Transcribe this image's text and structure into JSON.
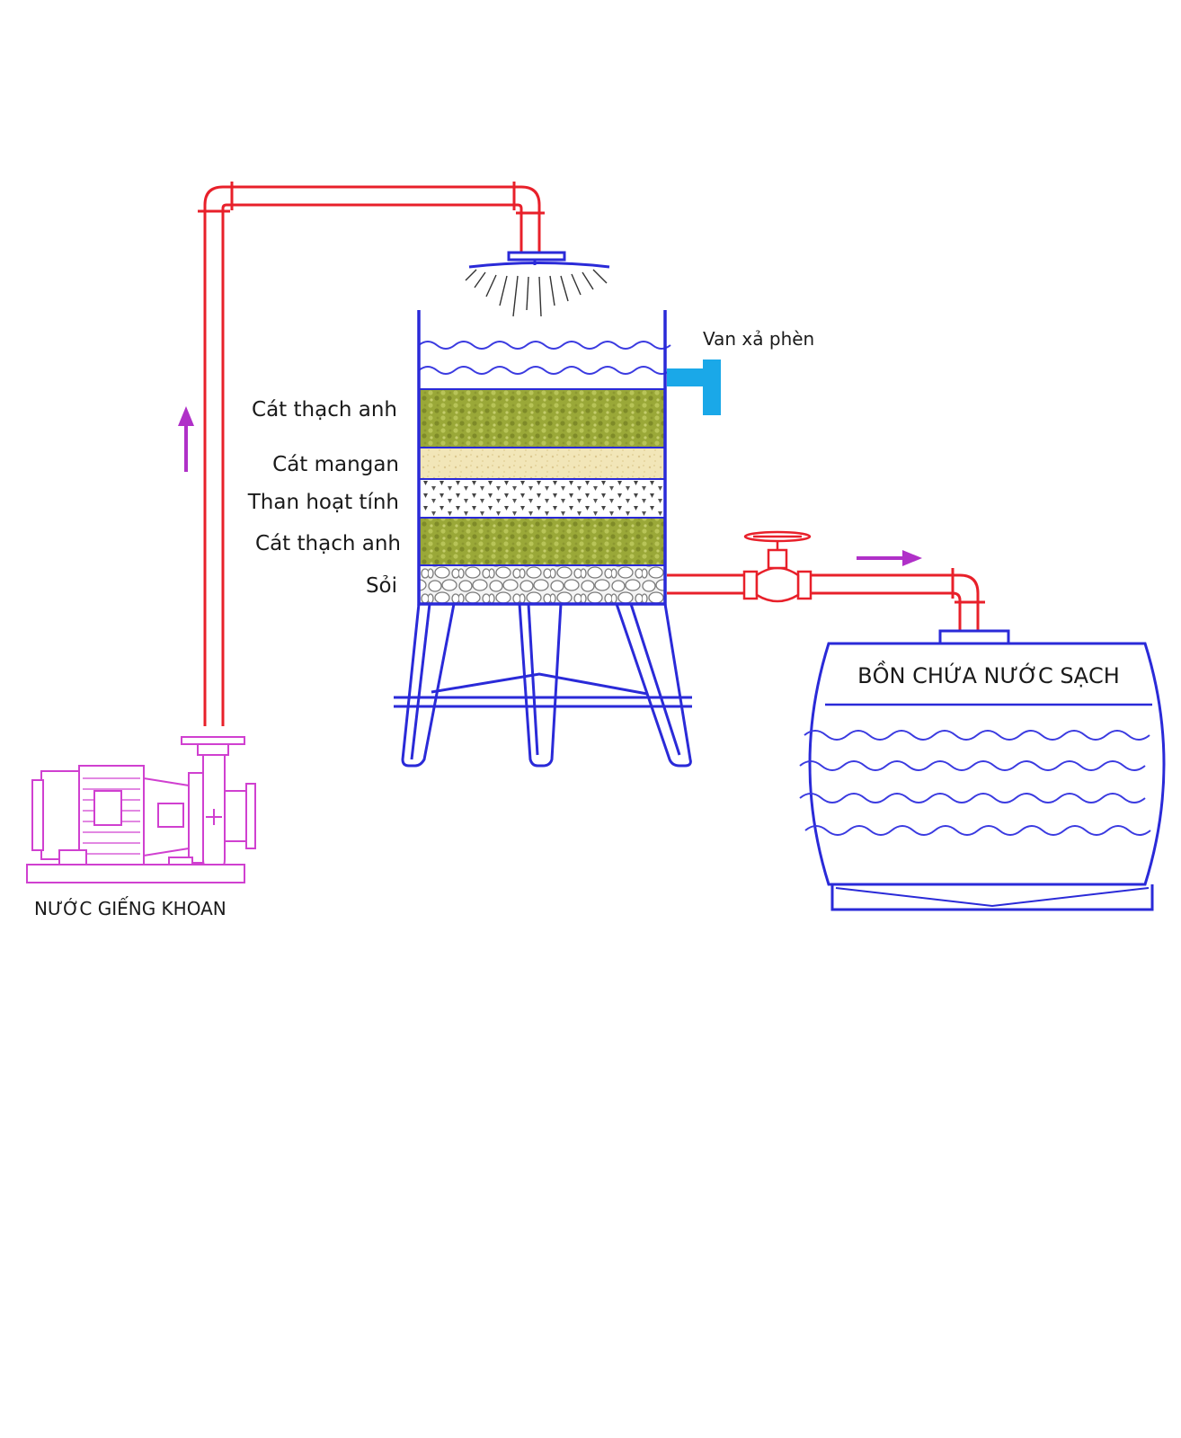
{
  "labels": {
    "layer_quartz_top": "Cát thạch anh",
    "layer_manganese": "Cát mangan",
    "layer_activated_carbon": "Than hoạt tính",
    "layer_quartz_bottom": "Cát thạch anh",
    "layer_gravel": "Sỏi",
    "drain_valve": "Van xả phèn",
    "storage_tank": "BỒN CHỨA NƯỚC SẠCH",
    "well_water": "NƯỚC GIẾNG KHOAN"
  },
  "colors": {
    "pipe": "#e8202a",
    "structure": "#2a2ad8",
    "water_wave": "#3a3ae0",
    "pump": "#d040d0",
    "arrow": "#b030c8",
    "drain_valve": "#1aa8e8",
    "quartz_sand": "#9aa838",
    "manganese_sand": "#f2e6b8",
    "activated_carbon": "#ffffff",
    "gravel": "#f4f4f4"
  },
  "icons": {
    "pump": "pump-icon",
    "spray": "spray-head-icon",
    "gate_valve": "gate-valve-icon",
    "flow_up": "arrow-up-icon",
    "flow_right": "arrow-right-icon"
  }
}
